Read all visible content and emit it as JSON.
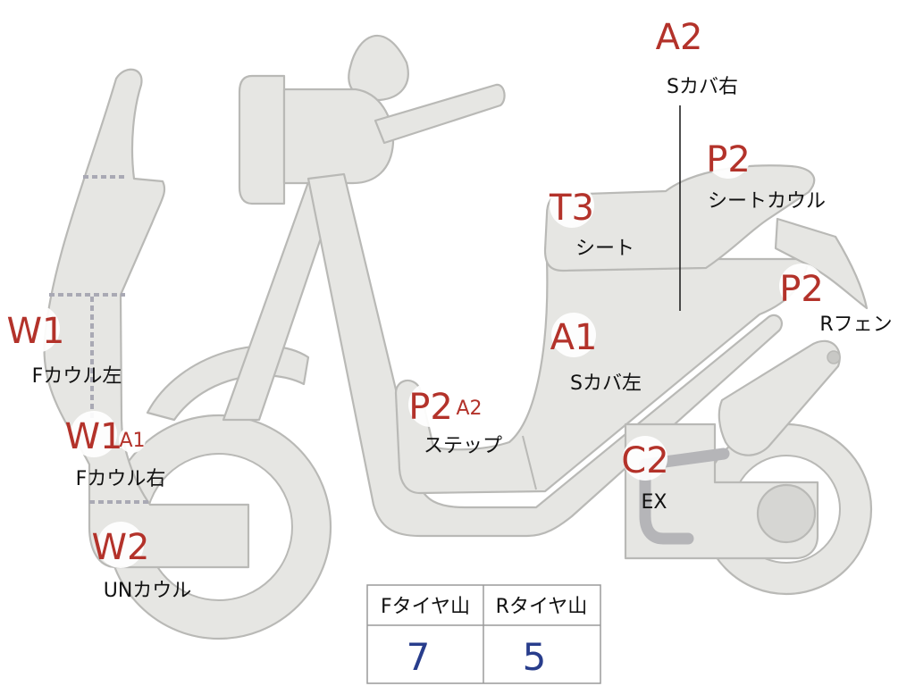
{
  "markers": [
    {
      "id": "a2-top",
      "code": "A2",
      "label": "Sカバ右"
    },
    {
      "id": "p2-seatcowl",
      "code": "P2",
      "label": "シートカウル"
    },
    {
      "id": "t3-seat",
      "code": "T3",
      "label": "シート"
    },
    {
      "id": "p2-rfender",
      "code": "P2",
      "label": "Rフェン"
    },
    {
      "id": "w1-left",
      "code": "W1",
      "label": "Fカウル左"
    },
    {
      "id": "a1-scover",
      "code": "A1",
      "label": "Sカバ左"
    },
    {
      "id": "p2-step",
      "code": "P2",
      "sub": "A2",
      "label": "ステップ"
    },
    {
      "id": "w1-right",
      "code": "W1",
      "sub": "A1",
      "label": "Fカウル右"
    },
    {
      "id": "c2-ex",
      "code": "C2",
      "label": "EX"
    },
    {
      "id": "w2-un",
      "code": "W2",
      "label": "UNカウル"
    }
  ],
  "tire_table": {
    "front": {
      "header": "Fタイヤ山",
      "value": "7"
    },
    "rear": {
      "header": "Rタイヤ山",
      "value": "5"
    }
  }
}
